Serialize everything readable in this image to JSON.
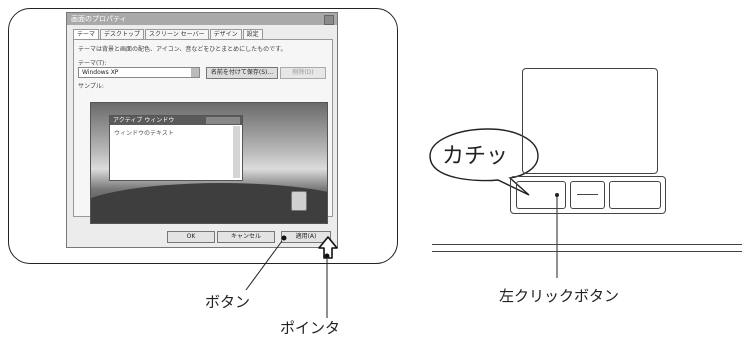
{
  "window": {
    "title": "画面のプロパティ",
    "tabs": [
      "テーマ",
      "デスクトップ",
      "スクリーン セーバー",
      "デザイン",
      "設定"
    ],
    "description": "テーマは背景と画面の配色、アイコン、音などをひとまとめにしたものです。",
    "theme_label": "テーマ(T):",
    "theme_value": "Windows XP",
    "save_button": "名前を付けて保存(S)...",
    "delete_button": "削除(D)",
    "sample_label": "サンプル:",
    "preview_window_title": "アクティブ ウィンドウ",
    "preview_window_text": "ウィンドウのテキスト",
    "footer_buttons": [
      "OK",
      "キャンセル",
      "適用(A)"
    ]
  },
  "labels": {
    "button": "ボタン",
    "pointer": "ポインタ",
    "left_click_button": "左クリックボタン",
    "click_sound": "カチッ"
  }
}
